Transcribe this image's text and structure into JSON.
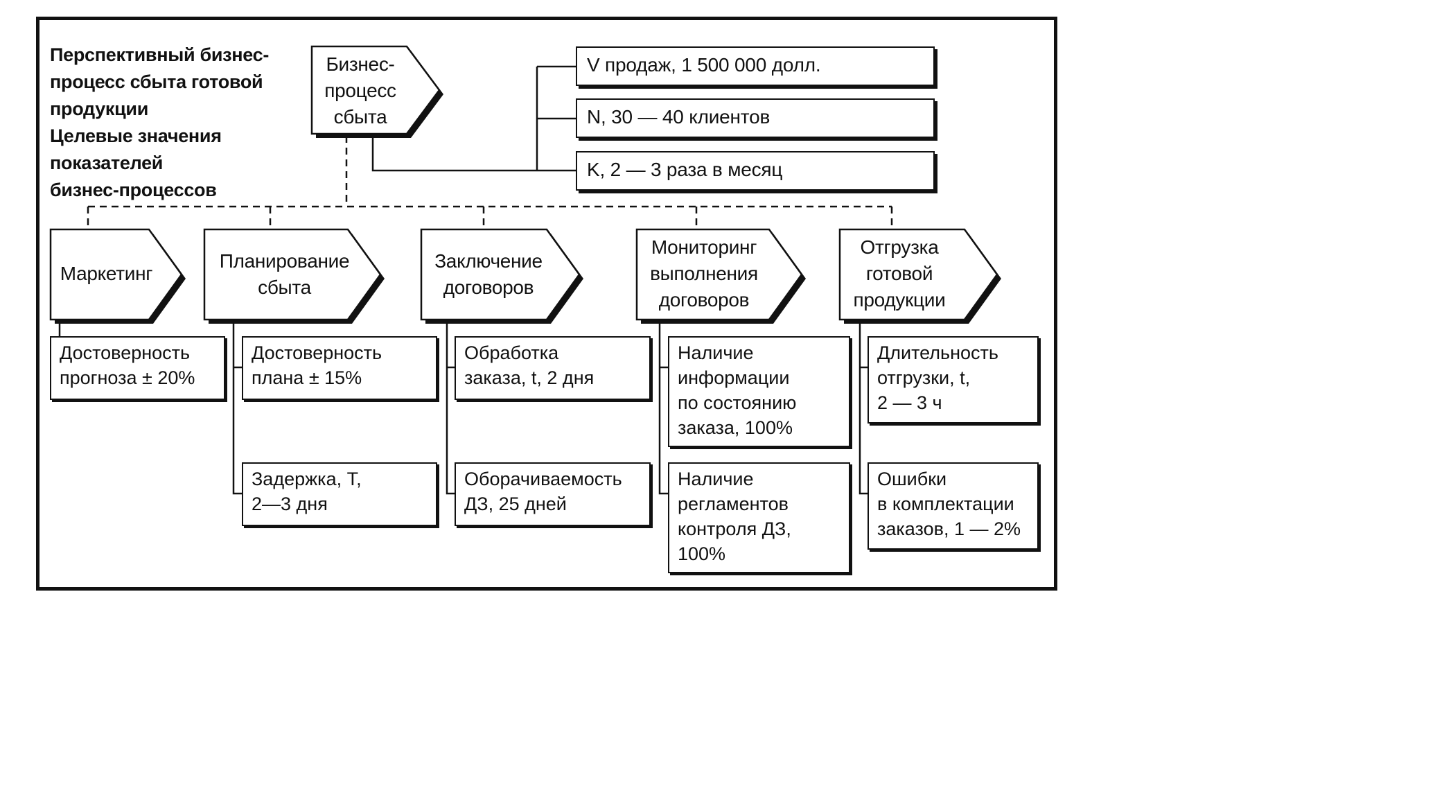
{
  "title": {
    "line1": "Перспективный бизнес-",
    "line2": "процесс сбыта готовой",
    "line3": "продукции",
    "line4": "Целевые значения",
    "line5": "показателей",
    "line6": "бизнес-процессов"
  },
  "main_process": {
    "line1": "Бизнес-",
    "line2": "процесс",
    "line3": "сбыта"
  },
  "main_kpis": [
    "V продаж, 1 500 000 долл.",
    "N, 30 — 40 клиентов",
    "K, 2 — 3 раза в месяц"
  ],
  "subprocesses": [
    {
      "lines": [
        "Маркетинг"
      ],
      "kpis": [
        [
          "Достоверность",
          "прогноза ± 20%"
        ]
      ]
    },
    {
      "lines": [
        "Планирование",
        "сбыта"
      ],
      "kpis": [
        [
          "Достоверность",
          "плана ± 15%"
        ],
        [
          "Задержка, T,",
          "2—3 дня"
        ]
      ]
    },
    {
      "lines": [
        "Заключение",
        "договоров"
      ],
      "kpis": [
        [
          "Обработка",
          "заказа, t, 2 дня"
        ],
        [
          "Оборачиваемость",
          "ДЗ, 25 дней"
        ]
      ]
    },
    {
      "lines": [
        "Мониторинг",
        "выполнения",
        "договоров"
      ],
      "kpis": [
        [
          "Наличие",
          "информации",
          "по состоянию",
          "заказа, 100%"
        ],
        [
          "Наличие",
          "регламентов",
          "контроля ДЗ,",
          "100%"
        ]
      ]
    },
    {
      "lines": [
        "Отгрузка",
        "готовой",
        "продукции"
      ],
      "kpis": [
        [
          "Длительность",
          "отгрузки, t,",
          "2 — 3 ч"
        ],
        [
          "Ошибки",
          "в комплектации",
          "заказов, 1 — 2%"
        ]
      ]
    }
  ]
}
